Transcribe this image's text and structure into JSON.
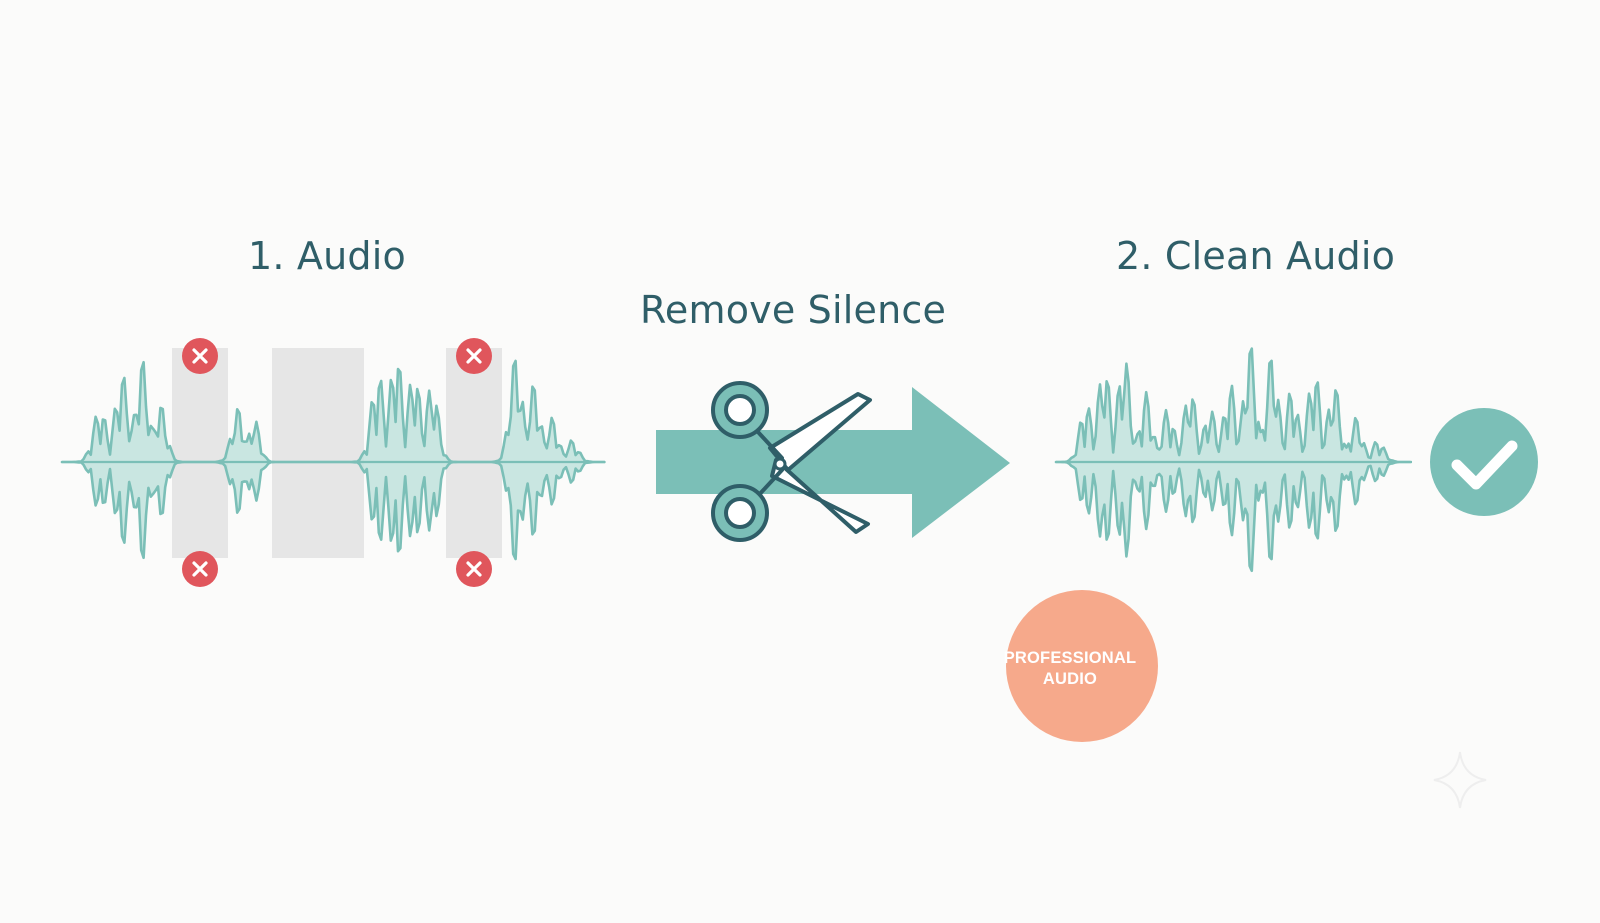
{
  "titles": {
    "step_one": "1. Audio",
    "step_two": "2. Clean Audio",
    "action": "Remove Silence"
  },
  "badge": {
    "line1": "PROFESSIONAL",
    "line2": "AUDIO"
  },
  "icons": [
    "remove-icon",
    "scissors-icon",
    "arrow-icon",
    "checkmark-icon",
    "sparkle-icon"
  ],
  "colors": {
    "teal": "#7bbfb7",
    "teal_fill": "#bfe2dc",
    "heading": "#2f5e68",
    "silence_block": "#e6e6e6",
    "remove_marker": "#e0565c",
    "badge": "#f6a98b",
    "background": "#fbfbfa"
  }
}
